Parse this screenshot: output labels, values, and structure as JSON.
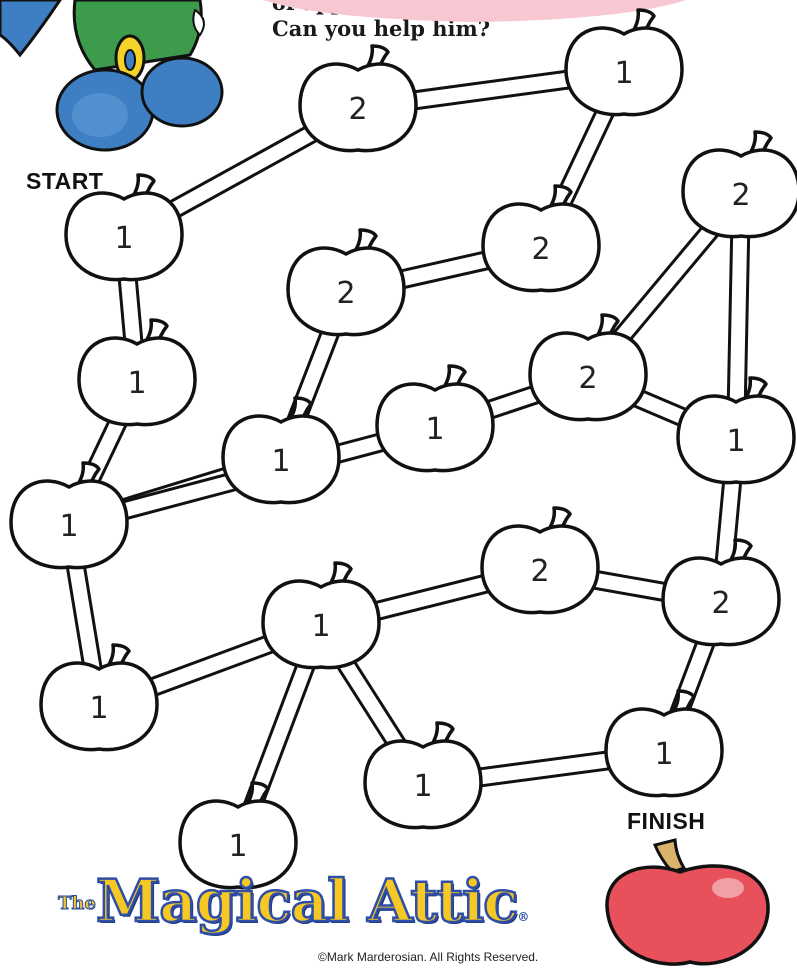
{
  "instructions": {
    "line1": "of apples do that.",
    "line2": "Can you help him?"
  },
  "labels": {
    "start": "START",
    "finish": "FINISH"
  },
  "maze": {
    "apples": [
      {
        "id": "a1",
        "value": "1"
      },
      {
        "id": "a2",
        "value": "2"
      },
      {
        "id": "a3",
        "value": "1"
      },
      {
        "id": "a4",
        "value": "2"
      },
      {
        "id": "a5",
        "value": "2"
      },
      {
        "id": "a6",
        "value": "1"
      },
      {
        "id": "a7",
        "value": "2"
      },
      {
        "id": "a8",
        "value": "1"
      },
      {
        "id": "a9",
        "value": "1"
      },
      {
        "id": "a10",
        "value": "2"
      },
      {
        "id": "a11",
        "value": "1"
      },
      {
        "id": "a12",
        "value": "1"
      },
      {
        "id": "a13",
        "value": "1"
      },
      {
        "id": "a14",
        "value": "1"
      },
      {
        "id": "a15",
        "value": "2"
      },
      {
        "id": "a16",
        "value": "2"
      },
      {
        "id": "a17",
        "value": "1"
      },
      {
        "id": "a18",
        "value": "1"
      },
      {
        "id": "a19",
        "value": "1"
      }
    ],
    "paths": [
      [
        "a1",
        "a2"
      ],
      [
        "a2",
        "a3"
      ],
      [
        "a3",
        "a4"
      ],
      [
        "a4",
        "a5"
      ],
      [
        "a1",
        "a6"
      ],
      [
        "a6",
        "a11"
      ],
      [
        "a5",
        "a8"
      ],
      [
        "a8",
        "a11"
      ],
      [
        "a11",
        "a12"
      ],
      [
        "a12",
        "a13"
      ],
      [
        "a11",
        "a9"
      ],
      [
        "a9",
        "a10"
      ],
      [
        "a10",
        "a14"
      ],
      [
        "a10",
        "a7"
      ],
      [
        "a7",
        "a14"
      ],
      [
        "a14",
        "a16"
      ],
      [
        "a16",
        "a15"
      ],
      [
        "a15",
        "a13"
      ],
      [
        "a13",
        "a17"
      ],
      [
        "a13",
        "a18"
      ],
      [
        "a18",
        "a19"
      ],
      [
        "a19",
        "a16"
      ]
    ]
  },
  "colors": {
    "finish_apple": "#e8505b",
    "outline": "#111111",
    "character_body": "#3d9b4c",
    "character_feet": "#3e7fc4"
  },
  "logo": {
    "prefix": "The",
    "title": "Magical Attic",
    "registered": "®"
  },
  "copyright": "©Mark Marderosian. All Rights Reserved."
}
